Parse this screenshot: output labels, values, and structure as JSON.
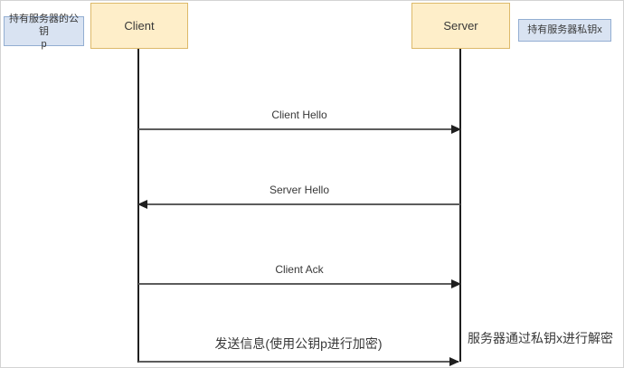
{
  "diagram_type": "sequence-diagram",
  "colors": {
    "actor_fill": "#feeec9",
    "actor_border": "#ddb96a",
    "note_fill": "#d9e3f2",
    "note_border": "#93aed2",
    "message_line": "#5c5c5c",
    "lifeline": "#1f1f1f",
    "text": "#383838",
    "page_border": "#d4d4d4"
  },
  "actors": [
    {
      "label": "Client"
    },
    {
      "label": "Server"
    }
  ],
  "notes": {
    "client_note": {
      "line1": "持有服务器的公钥",
      "line2": "p"
    },
    "server_note": {
      "text": "持有服务器私钥x"
    }
  },
  "messages": [
    {
      "label": "Client Hello",
      "direction": "right"
    },
    {
      "label": "Server Hello",
      "direction": "left"
    },
    {
      "label": "Client Ack",
      "direction": "right"
    },
    {
      "label": "发送信息(使用公钥p进行加密)",
      "direction": "right"
    }
  ],
  "annotations": {
    "decrypt_note": "服务器通过私钥x进行解密"
  }
}
